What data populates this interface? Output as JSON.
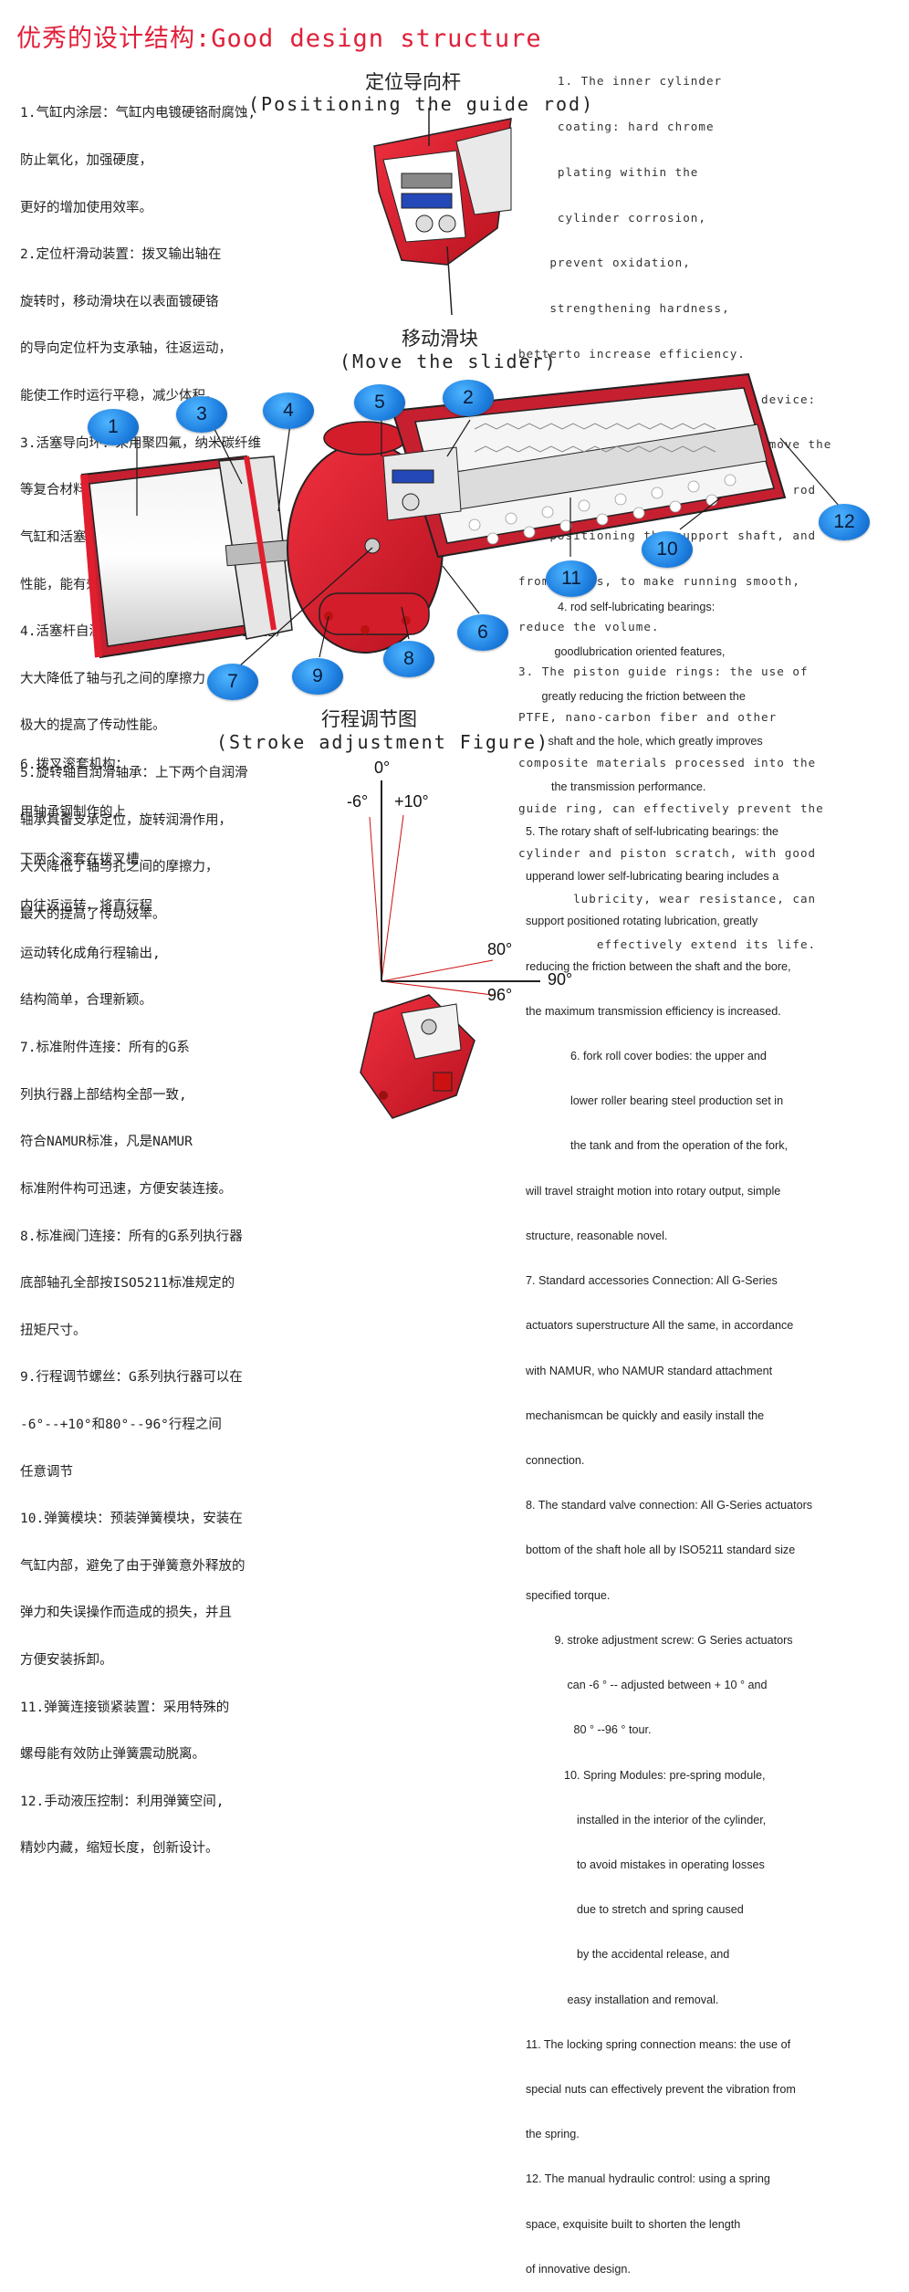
{
  "title": "优秀的设计结构:Good design structure",
  "captions": {
    "guide_rod_cn": "定位导向杆",
    "guide_rod_en": "(Positioning the guide rod)",
    "slider_cn": "移动滑块",
    "slider_en": "(Move the slider)",
    "stroke_cn": "行程调节图",
    "stroke_en": "(Stroke adjustment Figure)"
  },
  "cn_text_1": [
    "1.气缸内涂层：气缸内电镀硬铬耐腐蚀,",
    "防止氧化，加强硬度，",
    "更好的增加使用效率。",
    "2.定位杆滑动装置：拨叉输出轴在",
    "旋转时，移动滑块在以表面镀硬铬",
    "的导向定位杆为支承轴，往返运动，",
    "能使工作时运行平稳，减少体积。",
    "3.活塞导向环：采用聚四氟，纳米碳纤维",
    "等复合材料加工成的导向环，能有效防止",
    "气缸和活塞刮伤，具有良好的润滑，耐磨",
    "性能，能有效延长其使用寿命。",
    "4.活塞杆自润滑轴承：良好的润滑导向功能，",
    "大大降低了轴与孔之间的摩擦力，",
    "极大的提高了传动性能。",
    "5.旋转轴自润滑轴承：上下两个自润滑",
    "轴承具备支承定位，旋转润滑作用，",
    "大大降低了轴与孔之间的摩擦力，",
    "最大的提高了传动效率。"
  ],
  "en_text_1": [
    "     1. The inner cylinder",
    "     coating: hard chrome",
    "     plating within the",
    "     cylinder corrosion,",
    "    prevent oxidation,",
    "    strengthening hardness,",
    "betterto increase efficiency.",
    "    2. positioning rod sliding device:",
    "    fork output shaft rotation, move the",
    "slider to hard chrome plated guide rod",
    "for positioning the support shaft, and",
    "from sports, to make running smooth,",
    "reduce the volume.",
    "3. The piston guide rings: the use of",
    "PTFE, nano-carbon fiber and other",
    "composite materials processed into the",
    "guide ring, can effectively prevent the",
    "cylinder and piston scratch, with good",
    "       lubricity, wear resistance, can",
    "          effectively extend its life."
  ],
  "cn_text_2": [
    "6.拨叉滚套机构：",
    "用轴承钢制作的上",
    "下两个滚套在拨叉槽",
    "内往返运转，将直行程",
    "运动转化成角行程输出,",
    "结构简单，合理新颖。",
    "7.标准附件连接：所有的G系",
    "列执行器上部结构全部一致,",
    "符合NAMUR标准，凡是NAMUR",
    "标准附件构可迅速，方便安装连接。",
    "8.标准阀门连接：所有的G系列执行器",
    "底部轴孔全部按ISO5211标准规定的",
    "扭矩尺寸。",
    "9.行程调节螺丝：G系列执行器可以在",
    "-6°--+10°和80°--96°行程之间",
    "任意调节",
    "10.弹簧模块：预装弹簧模块，安装在",
    "气缸内部，避免了由于弹簧意外释放的",
    "弹力和失误操作而造成的损失，并且",
    "方便安装拆卸。",
    "11.弹簧连接锁紧装置：采用特殊的",
    "螺母能有效防止弹簧震动脱离。",
    "12.手动液压控制：利用弹簧空间,",
    "精妙内藏，缩短长度，创新设计。"
  ],
  "en_text_2": [
    "          4. rod self-lubricating bearings:",
    "         goodlubrication oriented features,",
    "     greatly reducing the friction between the",
    "       shaft and the hole, which greatly improves",
    "        the transmission performance.",
    "5. The rotary shaft of self-lubricating bearings: the",
    "upperand lower self-lubricating bearing includes a",
    "support positioned rotating lubrication, greatly",
    "reducing the friction between the shaft and the bore,",
    "the maximum transmission efficiency is increased.",
    "              6. fork roll cover bodies: the upper and",
    "              lower roller bearing steel production set in",
    "              the tank and from the operation of the fork,",
    "will travel straight motion into rotary output, simple",
    "structure, reasonable novel.",
    "7. Standard accessories Connection: All G-Series",
    "actuators superstructure All the same, in accordance",
    "with NAMUR, who NAMUR standard attachment",
    "mechanismcan be quickly and easily install the",
    "connection.",
    "8. The standard valve connection: All G-Series actuators",
    "bottom of the shaft hole all by ISO5211 standard size",
    "specified torque.",
    "         9. stroke adjustment screw: G Series actuators",
    "             can -6 ° -- adjusted between + 10 ° and",
    "               80 ° --96 ° tour.",
    "            10. Spring Modules: pre-spring module,",
    "                installed in the interior of the cylinder,",
    "                to avoid mistakes in operating losses",
    "                due to stretch and spring caused",
    "                by the accidental release, and",
    "             easy installation and removal.",
    "11. The locking spring connection means: the use of",
    "special nuts can effectively prevent the vibration from",
    "the spring.",
    "12. The manual hydraulic control: using a spring",
    "space, exquisite built to shorten the length",
    "of innovative design."
  ],
  "bubbles": [
    "1",
    "3",
    "4",
    "5",
    "2",
    "12",
    "10",
    "11",
    "6",
    "8",
    "9",
    "7"
  ],
  "angles": {
    "zero": "0°",
    "minus6": "-6°",
    "plus10": "+10°",
    "deg80": "80°",
    "deg90": "90°",
    "deg96": "96°"
  },
  "colors": {
    "title": "#e0203a",
    "body_red": "#e01e2d",
    "bubble_blue": "#1e7fe0",
    "frame": "#1a1a1a"
  }
}
